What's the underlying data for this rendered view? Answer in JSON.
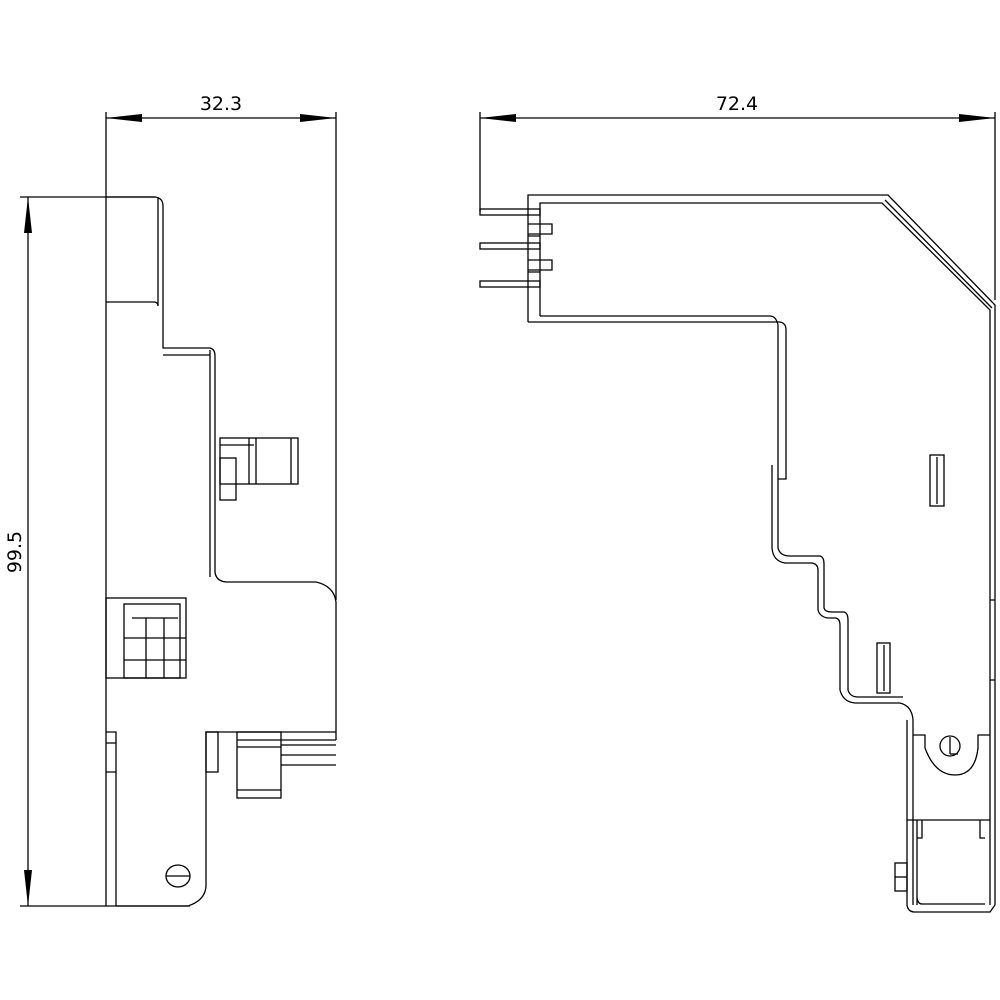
{
  "drawing": {
    "side_view": {
      "width_dimension": "32.3",
      "height_dimension": "99.5"
    },
    "front_view": {
      "width_dimension": "72.4"
    },
    "line_color": "#000000",
    "background_color": "#ffffff"
  }
}
